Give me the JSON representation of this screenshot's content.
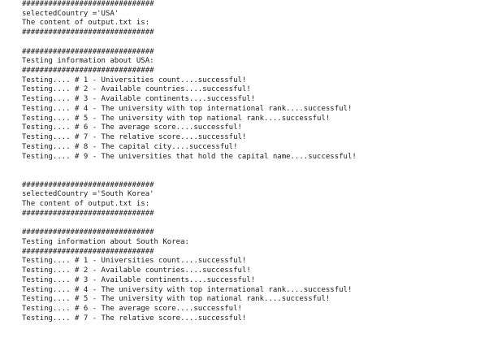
{
  "terminal": {
    "lines": [
      "##############################",
      "selectedCountry ='USA'",
      "The content of output.txt is:",
      "##############################",
      "",
      "##############################",
      "Testing information about USA:",
      "##############################",
      "Testing.... # 1 - Universities count....successful!",
      "Testing.... # 2 - Available countries....successful!",
      "Testing.... # 3 - Available continents....successful!",
      "Testing.... # 4 - The university with top international rank....successful!",
      "Testing.... # 5 - The university with top national rank....successful!",
      "Testing.... # 6 - The average score....successful!",
      "Testing.... # 7 - The relative score....successful!",
      "Testing.... # 8 - The capital city....successful!",
      "Testing.... # 9 - The universities that hold the capital name....successful!",
      "",
      "",
      "##############################",
      "selectedCountry ='South Korea'",
      "The content of output.txt is:",
      "##############################",
      "",
      "##############################",
      "Testing information about South Korea:",
      "##############################",
      "Testing.... # 1 - Universities count....successful!",
      "Testing.... # 2 - Available countries....successful!",
      "Testing.... # 3 - Available continents....successful!",
      "Testing.... # 4 - The university with top international rank....successful!",
      "Testing.... # 5 - The university with top national rank....successful!",
      "Testing.... # 6 - The average score....successful!",
      "Testing.... # 7 - The relative score....successful!"
    ]
  }
}
